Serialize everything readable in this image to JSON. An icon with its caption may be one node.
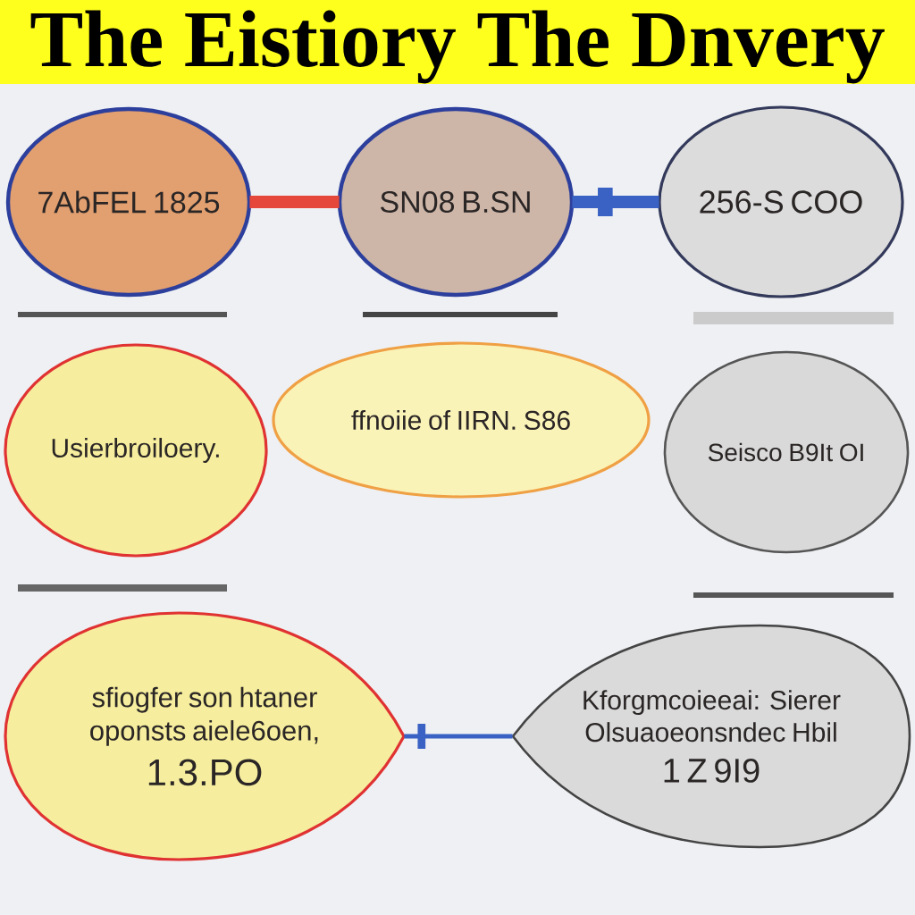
{
  "diagram": {
    "title": "The Eistiory The Dnvery",
    "nodes": [
      {
        "text": [
          "7AbFEL 1825"
        ]
      },
      {
        "text": [
          "SN08 B.SN"
        ]
      },
      {
        "text": [
          "256-S COO"
        ]
      },
      {
        "text": [
          "Usierbroiloery."
        ]
      },
      {
        "text": [
          "ffnoiie of IIRN. S86"
        ]
      },
      {
        "text": [
          "Seisco B9It OI"
        ]
      },
      {
        "text": [
          "sfiogfer son htaner oponsts aiele6oen,",
          "1.3.PO"
        ]
      },
      {
        "text": [
          "Kforgmcoieeai: Sierer Olsuaoeonsndec Hbil",
          "1 Z 9I9"
        ]
      }
    ],
    "edges": [
      {
        "from": 0,
        "to": 1,
        "arrow": "none",
        "color": "#e5473b"
      },
      {
        "from": 1,
        "to": 2,
        "arrow": "none"
      },
      {
        "from": 6,
        "to": 7,
        "arrow": "none"
      }
    ]
  }
}
